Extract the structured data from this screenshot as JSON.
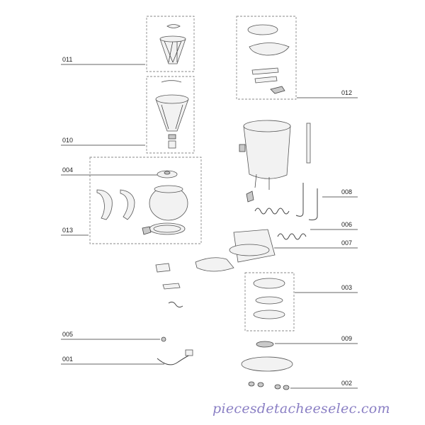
{
  "labels": {
    "l011": "011",
    "l010": "010",
    "l004": "004",
    "l013": "013",
    "l005": "005",
    "l001": "001",
    "l012": "012",
    "l008": "008",
    "l006": "006",
    "l007": "007",
    "l003": "003",
    "l009": "009",
    "l002": "002"
  },
  "watermark": "piecesdetacheeselec.com"
}
